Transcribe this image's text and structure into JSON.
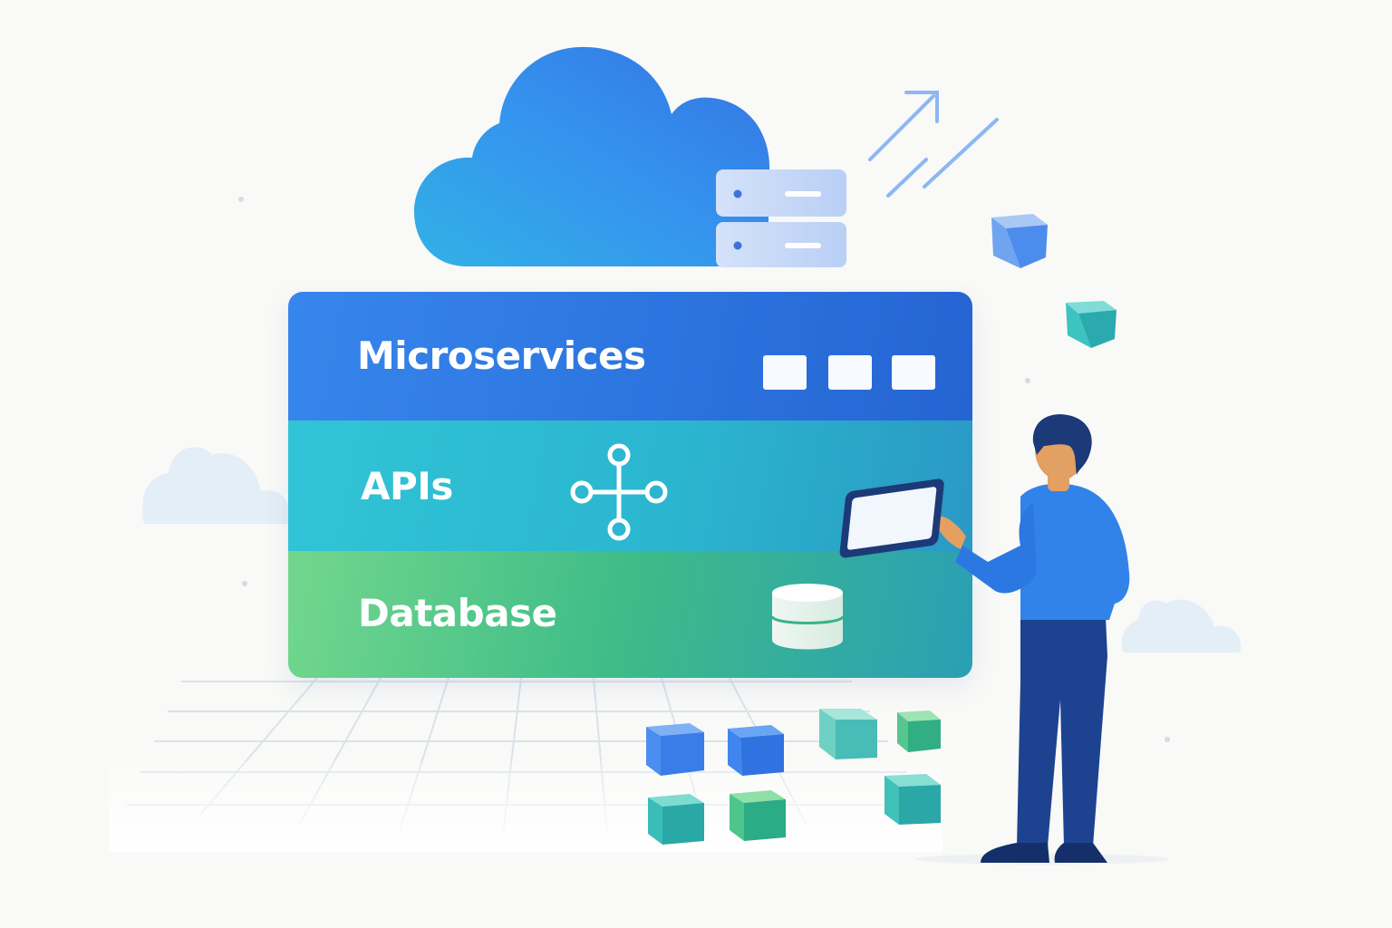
{
  "diagram": {
    "layers": [
      {
        "id": "microservices",
        "label": "Microservices",
        "icon": "service-blocks-icon"
      },
      {
        "id": "apis",
        "label": "APIs",
        "icon": "api-network-icon"
      },
      {
        "id": "database",
        "label": "Database",
        "icon": "database-icon"
      }
    ]
  },
  "colors": {
    "microservices": "#2f7be6",
    "apis": "#2fbcd3",
    "database": "#4cc58a",
    "cloud": "#3a8df0",
    "person_shirt": "#2f7be6",
    "person_pants": "#1d4390"
  }
}
